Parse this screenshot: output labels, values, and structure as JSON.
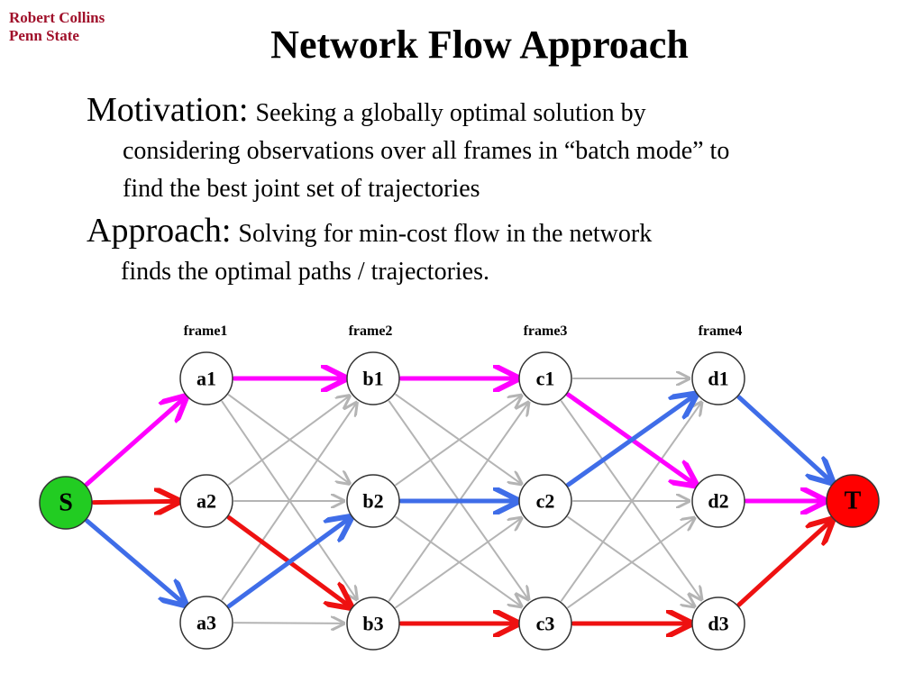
{
  "header": {
    "author_line1": "Robert Collins",
    "author_line2": "Penn State",
    "title": "Network Flow Approach"
  },
  "motivation": {
    "heading": "Motivation:",
    "line1": "Seeking a globally optimal solution by",
    "line2": "considering observations over all frames in “batch mode” to",
    "line3": "find the best joint set of trajectories"
  },
  "approach": {
    "heading": "Approach:",
    "line1": "Solving for min-cost flow in the network",
    "line2": "finds the optimal paths / trajectories."
  },
  "diagram": {
    "frames": [
      "frame1",
      "frame2",
      "frame3",
      "frame4"
    ],
    "source": "S",
    "sink": "T",
    "nodes": {
      "a": [
        "a1",
        "a2",
        "a3"
      ],
      "b": [
        "b1",
        "b2",
        "b3"
      ],
      "c": [
        "c1",
        "c2",
        "c3"
      ],
      "d": [
        "d1",
        "d2",
        "d3"
      ]
    },
    "colors": {
      "magenta": "#ff00ff",
      "red": "#ee1111",
      "blue": "#3f6de8",
      "gray": "#b4b4b4",
      "source_fill": "#22cc22",
      "sink_fill": "#ff0000"
    }
  }
}
